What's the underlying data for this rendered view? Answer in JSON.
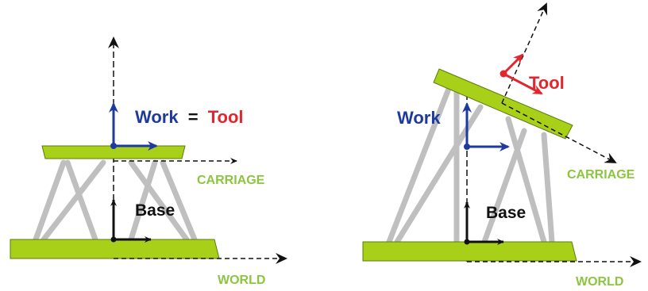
{
  "colors": {
    "platform_green": "#a8d018",
    "platform_stroke": "#5c7a0e",
    "leg_gray": "#bfbfbf",
    "work_blue": "#1f3a9e",
    "tool_red": "#e0262f",
    "label_green": "#8cc63f",
    "black": "#111111"
  },
  "left_panel": {
    "work_label": "Work",
    "equals": "=",
    "tool_label": "Tool",
    "carriage_label": "CARRIAGE",
    "base_label": "Base",
    "world_label": "WORLD"
  },
  "right_panel": {
    "work_label": "Work",
    "tool_label": "Tool",
    "carriage_label": "CARRIAGE",
    "base_label": "Base",
    "world_label": "WORLD"
  }
}
